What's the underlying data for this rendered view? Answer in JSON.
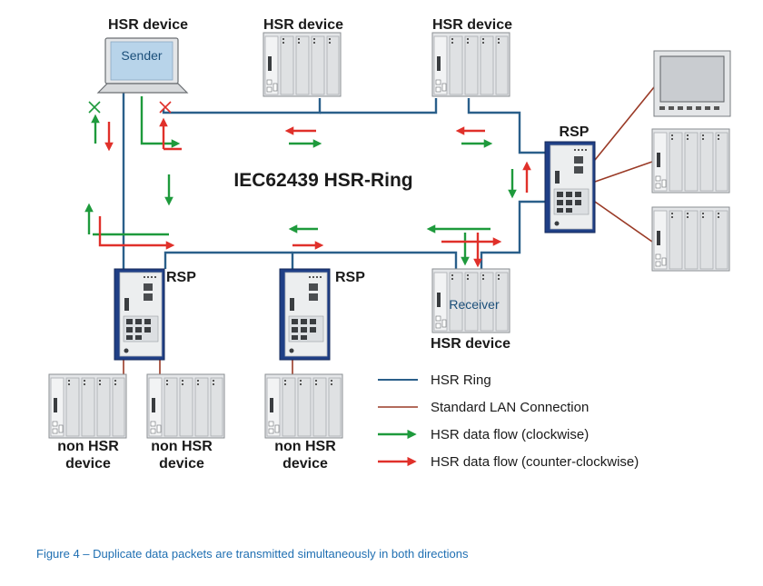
{
  "title": "IEC62439 HSR-Ring",
  "caption": "Figure 4 – Duplicate data packets are transmitted simultaneously in both directions",
  "labels": {
    "hsr_device": "HSR device",
    "rsp": "RSP",
    "non_hsr_line1": "non HSR",
    "non_hsr_line2": "device",
    "sender": "Sender",
    "receiver": "Receiver"
  },
  "legend": [
    {
      "label": "HSR Ring",
      "kind": "line",
      "color": "#2a5f8a"
    },
    {
      "label": "Standard LAN Connection",
      "kind": "line",
      "color": "#9a3a26"
    },
    {
      "label": "HSR data flow (clockwise)",
      "kind": "arrow",
      "color": "#1e9a3c"
    },
    {
      "label": "HSR data flow (counter-clockwise)",
      "kind": "arrow",
      "color": "#e0302a"
    }
  ],
  "colors": {
    "ring": "#2a5f8a",
    "lan": "#9a3a26",
    "clockwise": "#1e9a3c",
    "counter_clockwise": "#e0302a",
    "caption": "#1f6fb2",
    "switch_body": "#1f3f86"
  }
}
